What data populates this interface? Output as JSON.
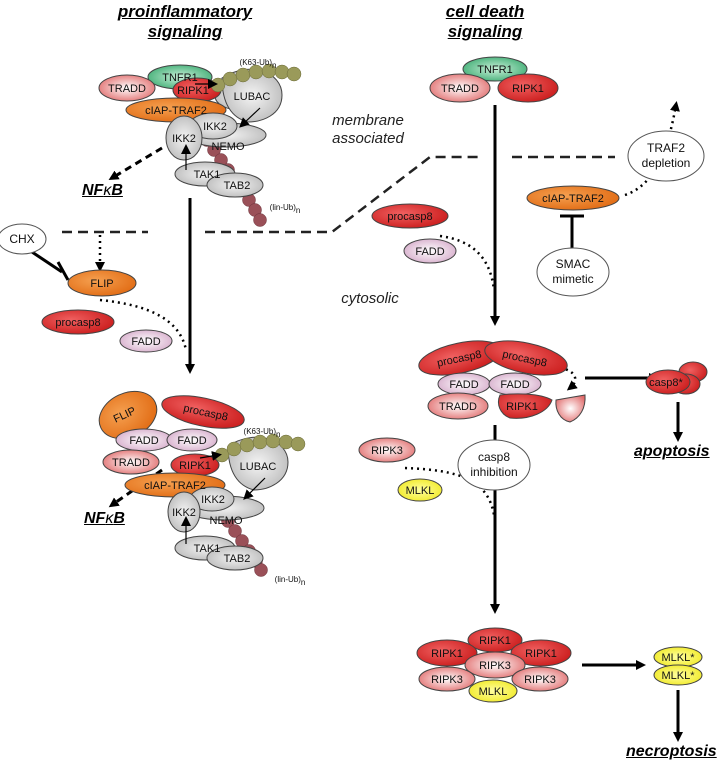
{
  "headers": {
    "left_line1": "proinflammatory",
    "left_line2": "signaling",
    "right_line1": "cell death",
    "right_line2": "signaling"
  },
  "regions": {
    "membrane_line1": "membrane",
    "membrane_line2": "associated",
    "cytosolic": "cytosolic"
  },
  "outcomes": {
    "nfkb_a": "NF",
    "nfkb_b": "κ",
    "nfkb_c": "B",
    "apoptosis": "apoptosis",
    "necroptosis": "necroptosis"
  },
  "proteins": {
    "tnfr1": "TNFR1",
    "tradd": "TRADD",
    "ripk1": "RIPK1",
    "ciap_traf2": "cIAP-TRAF2",
    "lubac": "LUBAC",
    "ikk2": "IKK2",
    "nemo": "NEMO",
    "tak1": "TAK1",
    "tab2": "TAB2",
    "k63": "(K63-Ub)",
    "lin": "(lin-Ub)",
    "sub_n": "n",
    "flip": "FLIP",
    "procasp8": "procasp8",
    "fadd": "FADD",
    "casp8_active": "casp8*",
    "ripk3": "RIPK3",
    "mlkl": "MLKL",
    "mlkl_active": "MLKL*"
  },
  "modulators": {
    "chx": "CHX",
    "smac_line1": "SMAC",
    "smac_line2": "mimetic",
    "traf2_line1": "TRAF2",
    "traf2_line2": "depletion",
    "casp8inh_line1": "casp8",
    "casp8inh_line2": "inhibition"
  },
  "colors": {
    "red_dark": "#d42020",
    "red_light": "#f2b8b8",
    "green": "#5dbb8a",
    "orange": "#e87722",
    "pink_light": "#e8c8dc",
    "gray": "#c8c8c8",
    "olive": "#9a9a5a",
    "chain": "#9a5058",
    "yellow": "#f5f030"
  }
}
